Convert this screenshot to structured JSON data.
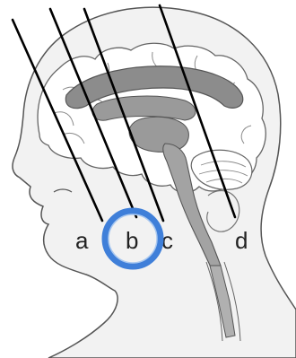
{
  "diagram": {
    "lines": [
      {
        "label": "a"
      },
      {
        "label": "b",
        "selected": true
      },
      {
        "label": "c"
      },
      {
        "label": "d"
      }
    ]
  },
  "colors": {
    "background": "#ffffff",
    "outline": "#555555",
    "skin": "#f2f2f2",
    "brain_tissue": "#ffffff",
    "ventricle": "#8c8c8c",
    "cut_line": "#000000",
    "selection_ring": "#3f7fd9",
    "label": "#222222"
  }
}
